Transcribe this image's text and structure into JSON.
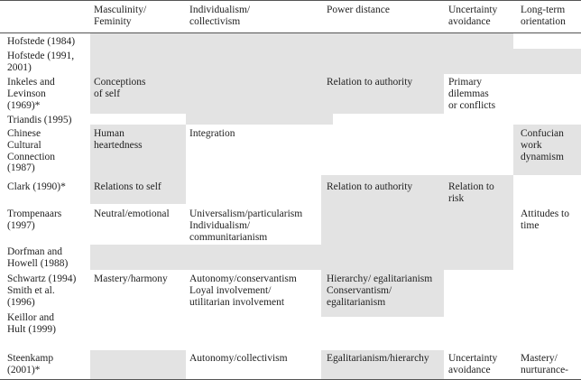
{
  "table": {
    "headers": [
      "Masculinity/\nFeminity",
      "Individualism/\ncollectivism",
      "Power distance",
      "Uncertainty\navoidance",
      "Long-term\norientation"
    ],
    "rows": [
      {
        "source": "Hofstede (1984)",
        "cells": [
          "",
          "",
          "",
          "",
          ""
        ]
      },
      {
        "source": "Hofstede (1991,\n2001)",
        "cells": [
          "",
          "",
          "",
          "",
          ""
        ]
      },
      {
        "source": "Inkeles and\nLevinson\n(1969)*",
        "cells": [
          "Conceptions\nof self",
          "",
          "Relation to authority",
          "Primary\ndilemmas\nor conflicts",
          ""
        ]
      },
      {
        "source": "Triandis (1995)",
        "cells": [
          "",
          "",
          "",
          "",
          ""
        ]
      },
      {
        "source": "Chinese\nCultural\nConnection\n(1987)",
        "cells": [
          "Human\nheartedness",
          "Integration",
          "",
          "",
          "Confucian\nwork\ndynamism"
        ]
      },
      {
        "source": "Clark (1990)*",
        "cells": [
          "Relations to self",
          "",
          "Relation to authority",
          "Relation to\nrisk",
          ""
        ]
      },
      {
        "source": "Trompenaars\n(1997)",
        "cells": [
          "Neutral/emotional",
          "Universalism/particularism\nIndividualism/\ncommunitarianism",
          "",
          "",
          "Attitudes to\ntime"
        ]
      },
      {
        "source": "Dorfman and\nHowell (1988)",
        "cells": [
          "",
          "",
          "",
          "",
          ""
        ]
      },
      {
        "source": "Schwartz (1994)\nSmith et al.\n(1996)",
        "cells": [
          "Mastery/harmony",
          "Autonomy/conservantism\nLoyal involvement/\nutilitarian involvement",
          "Hierarchy/ egalitarianism\nConservantism/\negalitarianism",
          "",
          ""
        ]
      },
      {
        "source": "Keillor and\nHult (1999)",
        "cells": [
          "",
          "",
          "",
          "",
          ""
        ]
      },
      {
        "source": "Steenkamp\n(2001)*",
        "cells": [
          "",
          "Autonomy/collectivism",
          "Egalitarianism/hierarchy",
          "Uncertainty\navoidance",
          "Mastery/\nnurturance-"
        ]
      }
    ]
  }
}
